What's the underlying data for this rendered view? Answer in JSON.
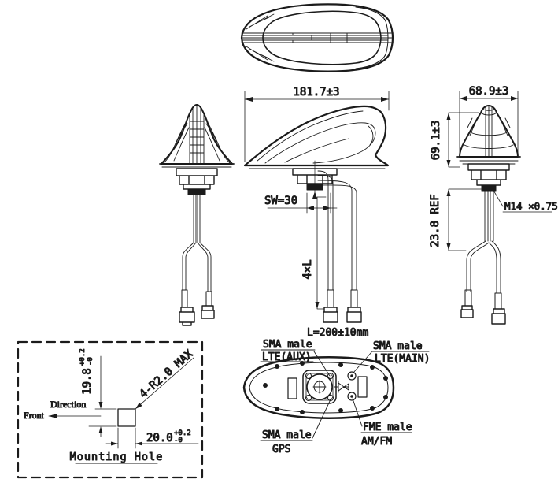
{
  "colors": {
    "line": "#1b1b1b",
    "background": "#ffffff"
  },
  "dims": {
    "overall_length": "181.7±3",
    "overall_width": "68.9±3",
    "height": "69.1±3",
    "stud_ref": "23.8 REF",
    "wrench": "SW=30",
    "thread": "M14 ×0.75",
    "cables": "4×L",
    "cable_length": "L=200±10mm"
  },
  "connectors": {
    "lte_aux": {
      "line1": "SMA male",
      "line2": "LTE(AUX)"
    },
    "lte_main": {
      "line1": "SMA male",
      "line2": "LTE(MAIN)"
    },
    "gps": {
      "line1": "SMA male",
      "line2": "GPS"
    },
    "am_fm": {
      "line1": "FME male",
      "line2": "AM/FM"
    }
  },
  "mounting": {
    "title": "Mounting Hole",
    "direction": "Direction",
    "front": "Front",
    "corner_radius": "4-R2.0 MAX",
    "height": {
      "value": "19.8",
      "plus": "+0.2",
      "minus": "-0"
    },
    "width": {
      "value": "20.0",
      "plus": "+0.2",
      "minus": "-0"
    }
  }
}
